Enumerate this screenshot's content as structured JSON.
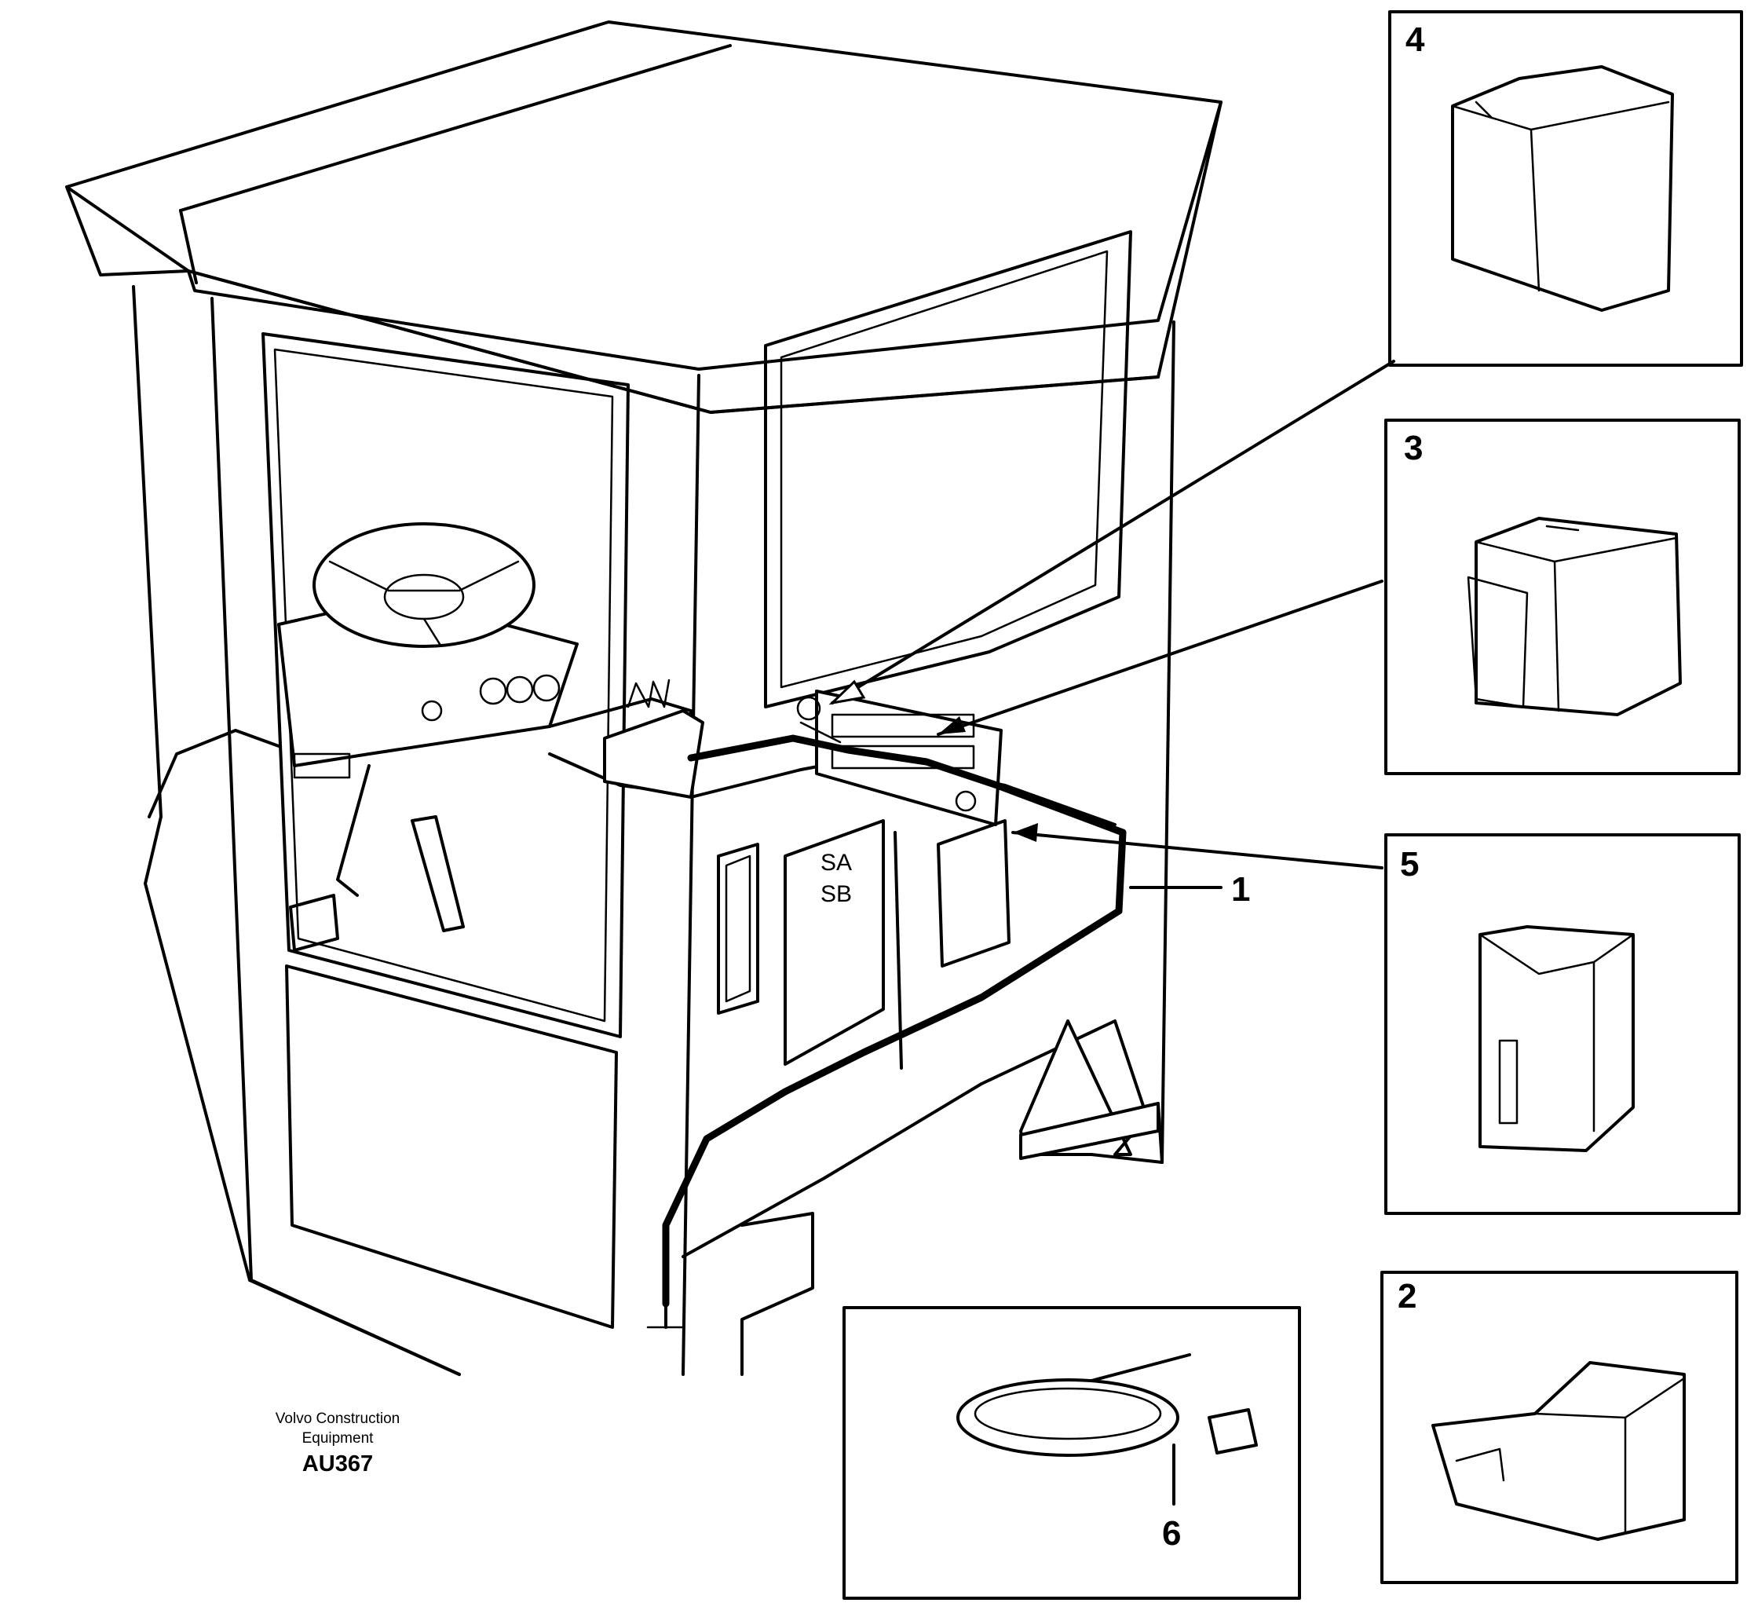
{
  "diagram": {
    "callouts": [
      {
        "id": "4",
        "label": "4"
      },
      {
        "id": "3",
        "label": "3"
      },
      {
        "id": "5",
        "label": "5"
      },
      {
        "id": "2",
        "label": "2"
      },
      {
        "id": "6",
        "label": "6"
      },
      {
        "id": "1",
        "label": "1"
      }
    ],
    "fuse_labels": {
      "sa": "SA",
      "sb": "SB"
    },
    "caption": {
      "maker_line1": "Volvo Construction",
      "maker_line2": "Equipment",
      "code": "AU367"
    }
  }
}
